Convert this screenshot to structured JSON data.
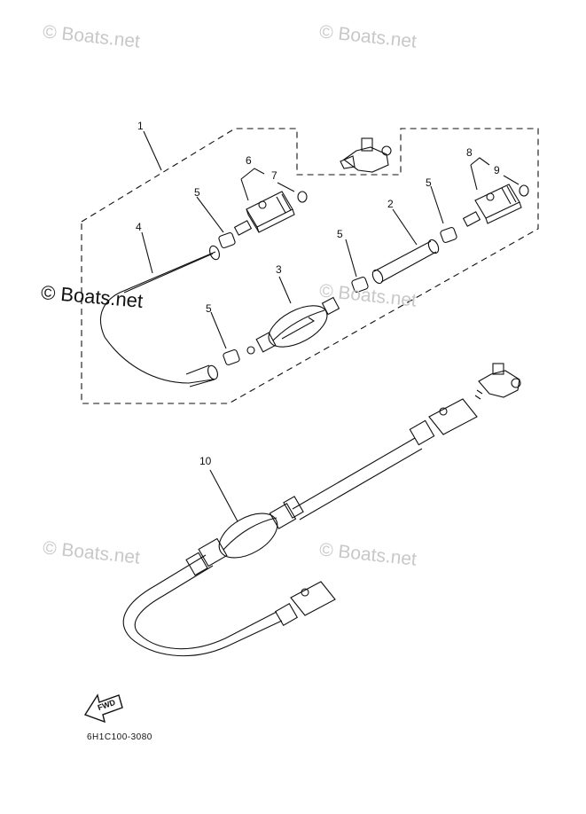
{
  "watermarks": {
    "top_left": "© Boats.net",
    "top_right": "© Boats.net",
    "mid_strong": "© Boats.net",
    "mid_right": "© Boats.net",
    "low_left": "© Boats.net",
    "low_right": "© Boats.net"
  },
  "callouts": {
    "c1": "1",
    "c2": "2",
    "c3": "3",
    "c4": "4",
    "c5a": "5",
    "c5b": "5",
    "c5c": "5",
    "c5d": "5",
    "c6": "6",
    "c7": "7",
    "c8": "8",
    "c9": "9",
    "c10": "10"
  },
  "fwd_label": "FWD",
  "diagram_code": "6H1C100-3080",
  "colors": {
    "line": "#111111",
    "watermark": "#c8c8c8"
  }
}
